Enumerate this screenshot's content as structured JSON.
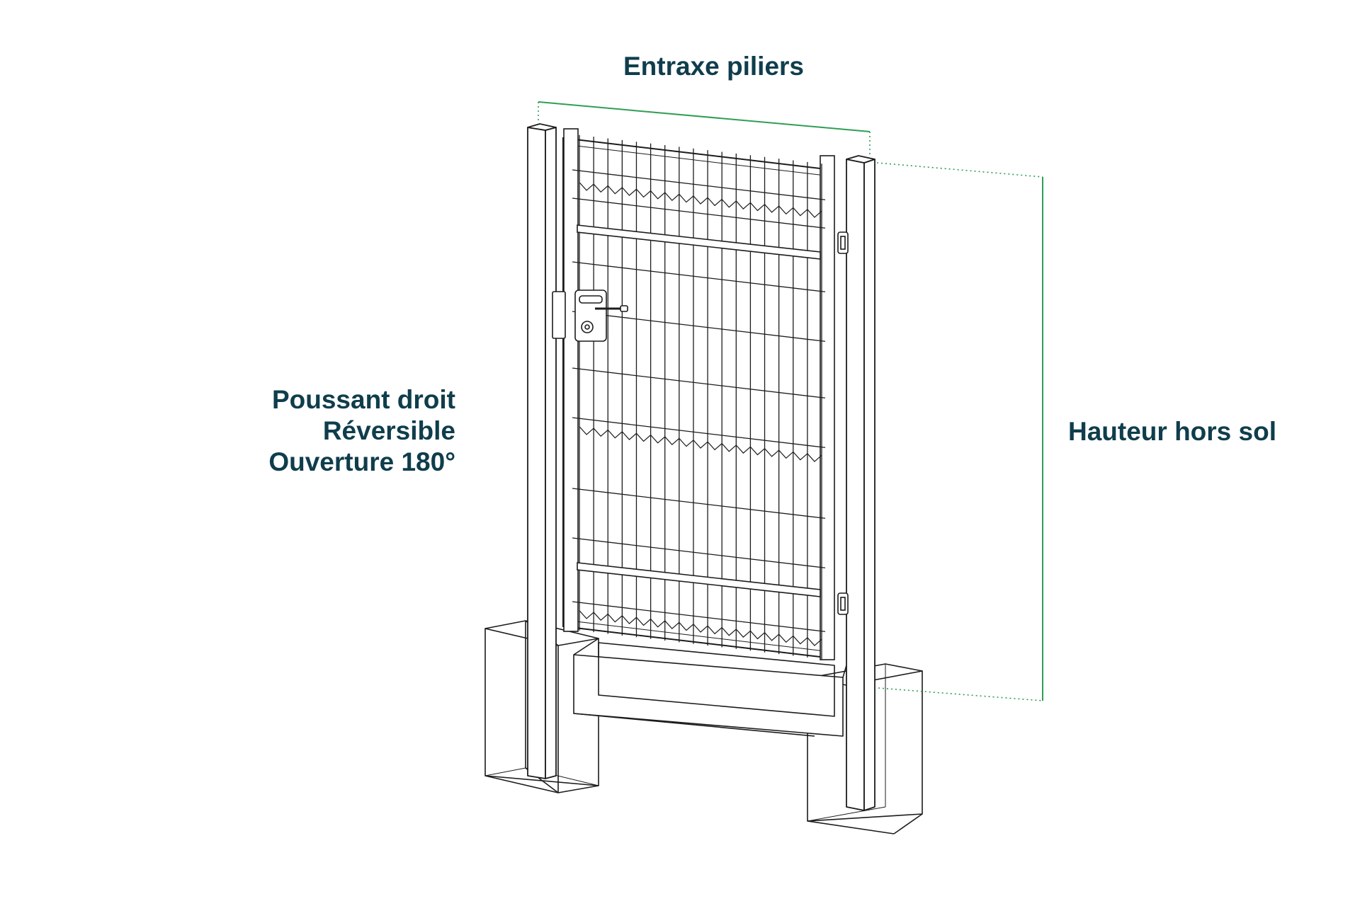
{
  "colors": {
    "text": "#0f3d4c",
    "dimension": "#2f9e55",
    "line": "#1c1c1c"
  },
  "labels": {
    "entraxe": "Entraxe piliers",
    "options": [
      "Poussant droit",
      "Réversible",
      "Ouverture 180°"
    ],
    "hauteur": "Hauteur hors sol"
  }
}
